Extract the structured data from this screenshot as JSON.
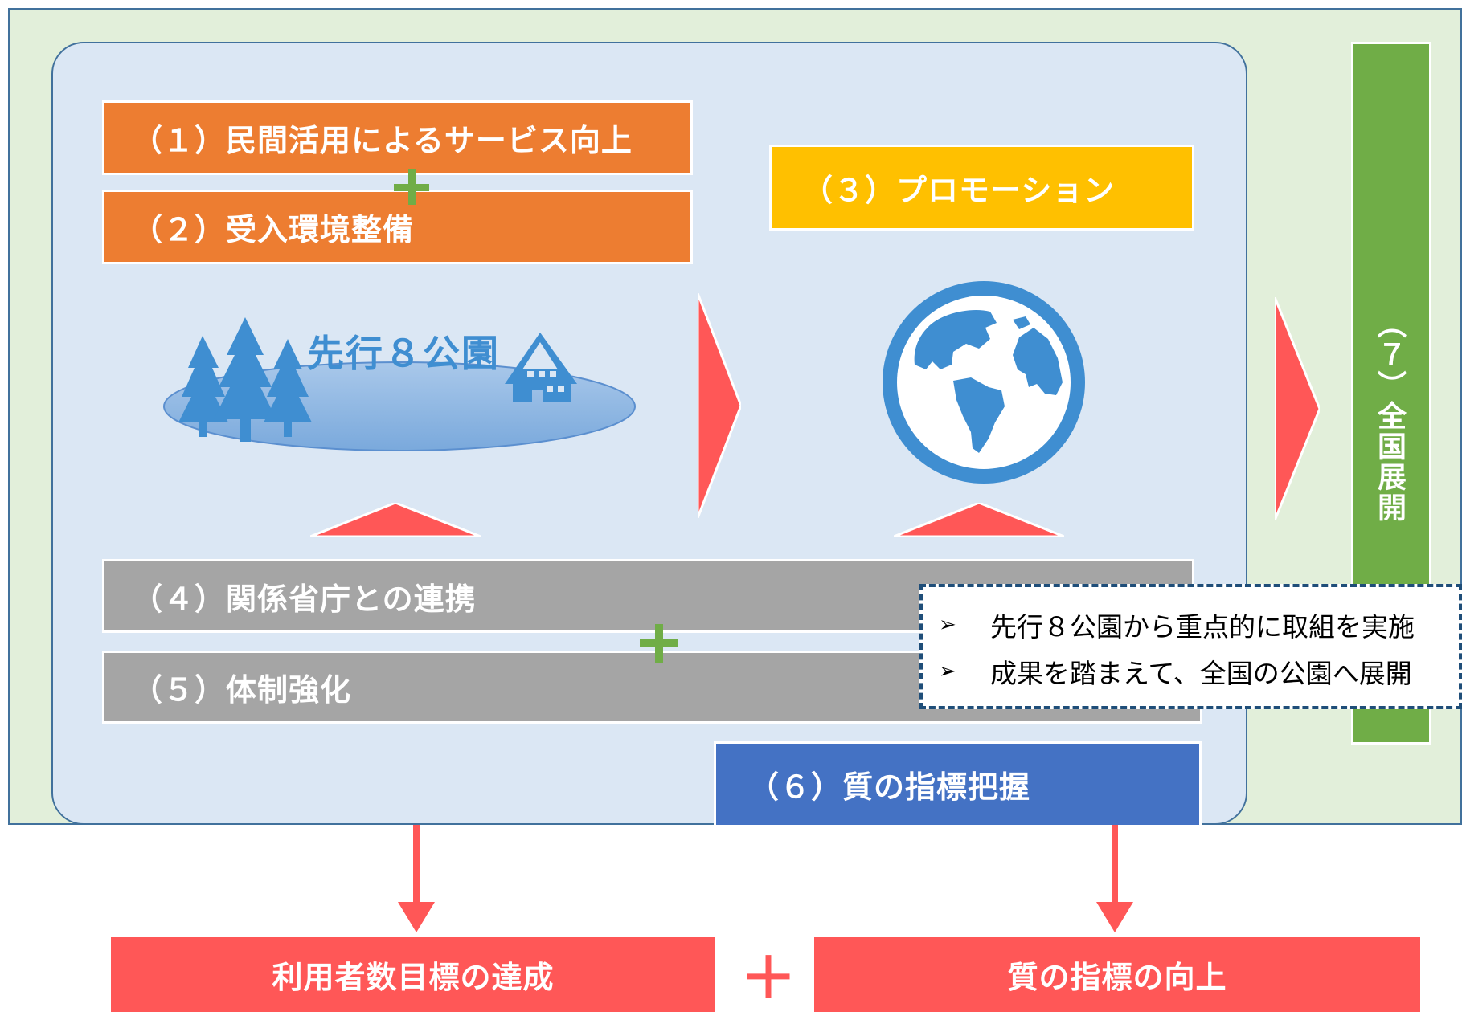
{
  "steps": {
    "s1": "（１）民間活用によるサービス向上",
    "s2": "（２）受入環境整備",
    "s3": "（３）プロモーション",
    "s4": "（４）関係省庁との連携",
    "s5": "（５）体制強化",
    "s6": "（６）質の指標把握",
    "s7": "（７）全国展開"
  },
  "park_label": "先行８公園",
  "note": {
    "items": [
      "先行８公園から重点的に取組を実施",
      "成果を踏まえて、全国の公園へ展開"
    ],
    "bullet": "➢"
  },
  "outcomes": {
    "left": "利用者数目標の達成",
    "right": "質の指標の向上",
    "operator": "＋"
  },
  "icons": [
    "tree-icon",
    "house-icon",
    "globe-icon",
    "arrow-right-icon",
    "arrow-up-icon",
    "arrow-down-icon",
    "plus-icon"
  ],
  "colors": {
    "orange": "#ed7d31",
    "gold": "#ffc000",
    "gray": "#a5a5a5",
    "blue": "#4472c4",
    "green": "#70ad47",
    "red": "#ff5757",
    "globe": "#3f8ed1",
    "panel": "#dbe7f4",
    "outer": "#e2efda"
  }
}
